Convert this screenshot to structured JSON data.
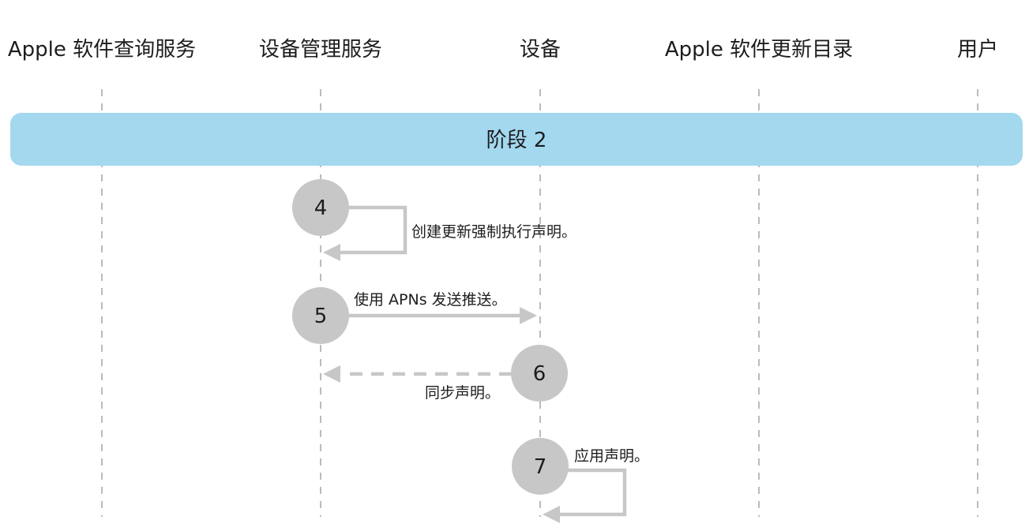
{
  "lanes": [
    {
      "label": "Apple 软件查询服务"
    },
    {
      "label": "设备管理服务"
    },
    {
      "label": "设备"
    },
    {
      "label": "Apple 软件更新目录"
    },
    {
      "label": "用户"
    }
  ],
  "phase": {
    "label": "阶段 2",
    "color": "#a3d8ef"
  },
  "steps": [
    {
      "number": "4",
      "label": "创建更新强制执行声明。",
      "kind": "self-loop",
      "lane": "设备管理服务"
    },
    {
      "number": "5",
      "label": "使用 APNs 发送推送。",
      "kind": "solid-arrow",
      "from": "设备管理服务",
      "to": "设备"
    },
    {
      "number": "6",
      "label": "同步声明。",
      "kind": "dashed-arrow",
      "from": "设备",
      "to": "设备管理服务"
    },
    {
      "number": "7",
      "label": "应用声明。",
      "kind": "self-loop",
      "lane": "设备"
    }
  ],
  "colors": {
    "step_circle": "#c7c7c7",
    "arrow": "#c7c7c7",
    "lifeline": "#8e8e93",
    "text": "#1d1d1f"
  }
}
